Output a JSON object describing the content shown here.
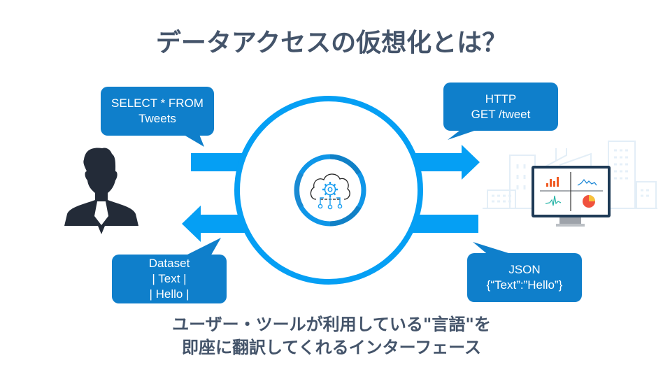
{
  "title": "データアクセスの仮想化とは？",
  "subtitle": {
    "line1": "ユーザー・ツールが利用している\"言語\"を",
    "line2": "即座に翻訳してくれるインターフェース"
  },
  "bubbles": {
    "query": {
      "line1": "SELECT * FROM",
      "line2": "Tweets"
    },
    "http": {
      "line1": "HTTP",
      "line2": "GET /tweet"
    },
    "dataset": {
      "line1": "Dataset",
      "line2": "| Text |",
      "line3": "| Hello |"
    },
    "json": {
      "line1": "JSON",
      "line2": "{“Text”:”Hello”}"
    }
  },
  "icons": {
    "user": "user-with-tie-icon",
    "center": "cloud-gear-network-icon",
    "dashboard": "monitor-dashboard-icon",
    "background": "city-buildings-icon"
  },
  "colors": {
    "text_dark": "#44546a",
    "bubble": "#0f7fcb",
    "arrow": "#059ff4",
    "user": "#232b38",
    "monitor_frame": "#1e3a56"
  }
}
